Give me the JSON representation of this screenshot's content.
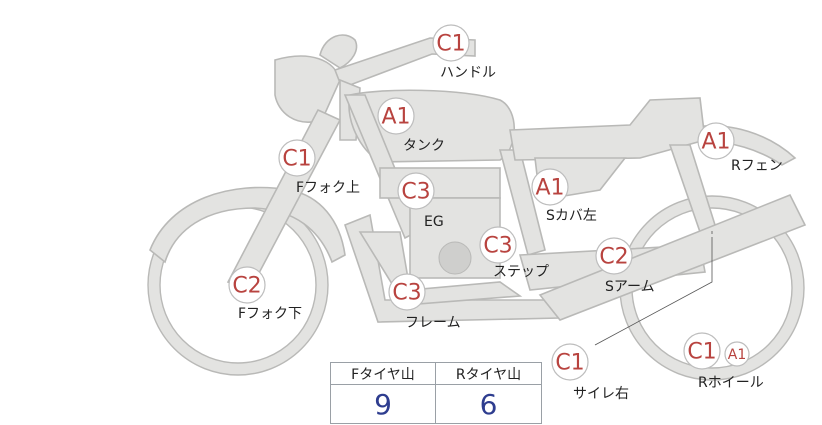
{
  "title": "",
  "colors": {
    "badge_text": "#b8433f",
    "body_fill": "#e3e3e1",
    "value_text": "#2e3d8f"
  },
  "badges": [
    {
      "id": "handle",
      "grade": "C1",
      "label": "ハンドル"
    },
    {
      "id": "tank",
      "grade": "A1",
      "label": "タンク"
    },
    {
      "id": "ffork-upper",
      "grade": "C1",
      "label": "Fフォク上"
    },
    {
      "id": "eg",
      "grade": "C3",
      "label": "EG"
    },
    {
      "id": "scover-left",
      "grade": "A1",
      "label": "Sカバ左"
    },
    {
      "id": "rfender",
      "grade": "A1",
      "label": "Rフェン"
    },
    {
      "id": "step",
      "grade": "C3",
      "label": "ステップ"
    },
    {
      "id": "sarm",
      "grade": "C2",
      "label": "Sアーム"
    },
    {
      "id": "ffork-lower",
      "grade": "C2",
      "label": "Fフォク下"
    },
    {
      "id": "frame",
      "grade": "C3",
      "label": "フレーム"
    },
    {
      "id": "muffler-right",
      "grade": "C1",
      "label": "サイレ右"
    },
    {
      "id": "rwheel",
      "grade": "C1",
      "grade2": "A1",
      "label": "Rホイール"
    }
  ],
  "tread_table": {
    "front_label": "Fタイヤ山",
    "rear_label": "Rタイヤ山",
    "front_value": "9",
    "rear_value": "6"
  }
}
